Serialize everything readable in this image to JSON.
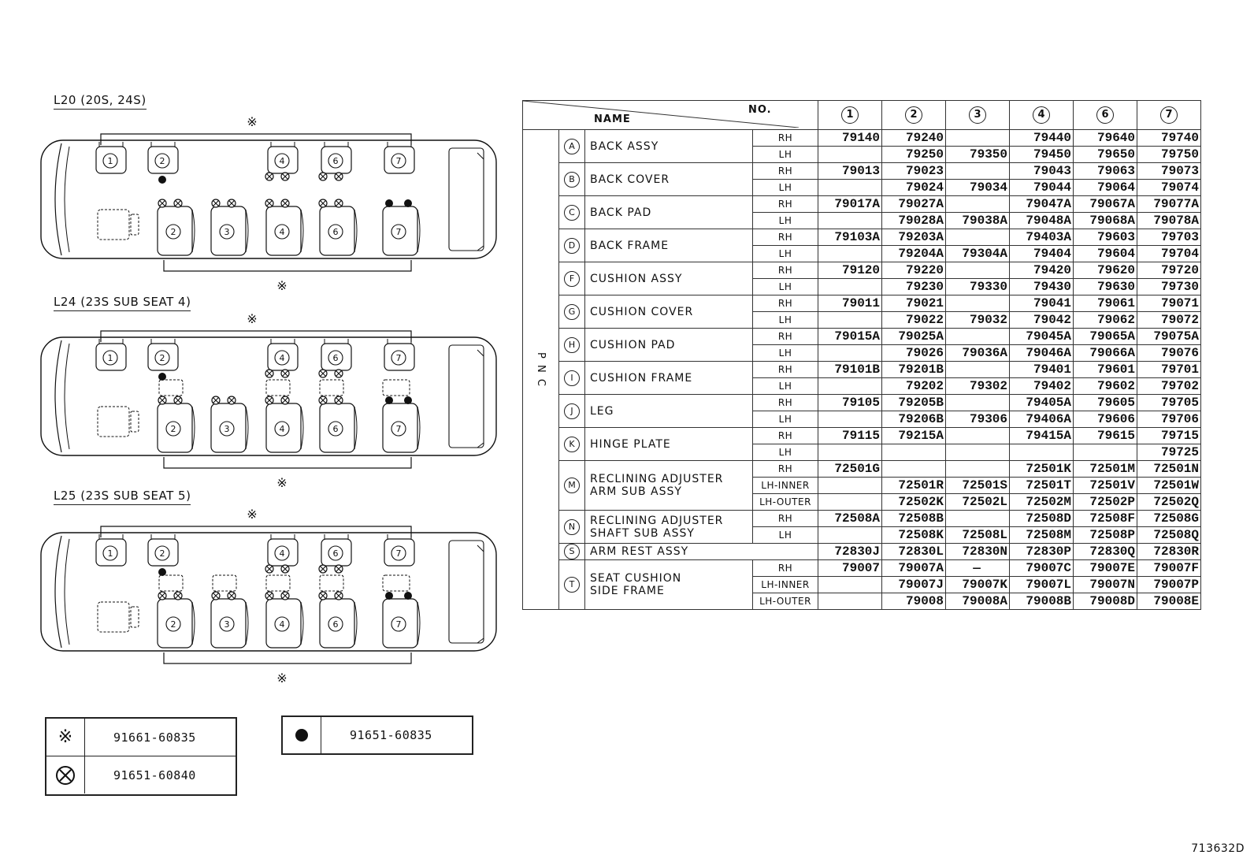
{
  "layouts": [
    {
      "title": "L20 (20S, 24S)"
    },
    {
      "title": "L24 (23S SUB SEAT 4)"
    },
    {
      "title": "L25 (23S SUB SEAT 5)"
    }
  ],
  "diagram_marks": {
    "asterisk": "※",
    "front_seats": [
      "1",
      "2",
      "4",
      "6",
      "7"
    ],
    "rear_seats": [
      "2",
      "3",
      "4",
      "6",
      "7"
    ]
  },
  "legend": {
    "asterisk_code": "91661-60835",
    "cross_code": "91651-60840",
    "dot_code": "91651-60835"
  },
  "table": {
    "name_header": "NAME",
    "no_header": "NO.",
    "pnc_label": "P N C",
    "columns": [
      "1",
      "2",
      "3",
      "4",
      "6",
      "7"
    ],
    "rows": [
      {
        "letter": "A",
        "name": [
          "BACK ASSY"
        ],
        "sides": [
          {
            "side": "RH",
            "values": [
              "79140",
              "79240",
              "",
              "79440",
              "79640",
              "79740"
            ]
          },
          {
            "side": "LH",
            "values": [
              "",
              "79250",
              "79350",
              "79450",
              "79650",
              "79750"
            ]
          }
        ]
      },
      {
        "letter": "B",
        "name": [
          "BACK COVER"
        ],
        "sides": [
          {
            "side": "RH",
            "values": [
              "79013",
              "79023",
              "",
              "79043",
              "79063",
              "79073"
            ]
          },
          {
            "side": "LH",
            "values": [
              "",
              "79024",
              "79034",
              "79044",
              "79064",
              "79074"
            ]
          }
        ]
      },
      {
        "letter": "C",
        "name": [
          "BACK PAD"
        ],
        "sides": [
          {
            "side": "RH",
            "values": [
              "79017A",
              "79027A",
              "",
              "79047A",
              "79067A",
              "79077A"
            ]
          },
          {
            "side": "LH",
            "values": [
              "",
              "79028A",
              "79038A",
              "79048A",
              "79068A",
              "79078A"
            ]
          }
        ]
      },
      {
        "letter": "D",
        "name": [
          "BACK FRAME"
        ],
        "sides": [
          {
            "side": "RH",
            "values": [
              "79103A",
              "79203A",
              "",
              "79403A",
              "79603",
              "79703"
            ]
          },
          {
            "side": "LH",
            "values": [
              "",
              "79204A",
              "79304A",
              "79404",
              "79604",
              "79704"
            ]
          }
        ]
      },
      {
        "letter": "F",
        "name": [
          "CUSHION ASSY"
        ],
        "sides": [
          {
            "side": "RH",
            "values": [
              "79120",
              "79220",
              "",
              "79420",
              "79620",
              "79720"
            ]
          },
          {
            "side": "LH",
            "values": [
              "",
              "79230",
              "79330",
              "79430",
              "79630",
              "79730"
            ]
          }
        ]
      },
      {
        "letter": "G",
        "name": [
          "CUSHION COVER"
        ],
        "sides": [
          {
            "side": "RH",
            "values": [
              "79011",
              "79021",
              "",
              "79041",
              "79061",
              "79071"
            ]
          },
          {
            "side": "LH",
            "values": [
              "",
              "79022",
              "79032",
              "79042",
              "79062",
              "79072"
            ]
          }
        ]
      },
      {
        "letter": "H",
        "name": [
          "CUSHION PAD"
        ],
        "sides": [
          {
            "side": "RH",
            "values": [
              "79015A",
              "79025A",
              "",
              "79045A",
              "79065A",
              "79075A"
            ]
          },
          {
            "side": "LH",
            "values": [
              "",
              "79026",
              "79036A",
              "79046A",
              "79066A",
              "79076"
            ]
          }
        ]
      },
      {
        "letter": "I",
        "name": [
          "CUSHION FRAME"
        ],
        "sides": [
          {
            "side": "RH",
            "values": [
              "79101B",
              "79201B",
              "",
              "79401",
              "79601",
              "79701"
            ]
          },
          {
            "side": "LH",
            "values": [
              "",
              "79202",
              "79302",
              "79402",
              "79602",
              "79702"
            ]
          }
        ]
      },
      {
        "letter": "J",
        "name": [
          "LEG"
        ],
        "sides": [
          {
            "side": "RH",
            "values": [
              "79105",
              "79205B",
              "",
              "79405A",
              "79605",
              "79705"
            ]
          },
          {
            "side": "LH",
            "values": [
              "",
              "79206B",
              "79306",
              "79406A",
              "79606",
              "79706"
            ]
          }
        ]
      },
      {
        "letter": "K",
        "name": [
          "HINGE PLATE"
        ],
        "sides": [
          {
            "side": "RH",
            "values": [
              "79115",
              "79215A",
              "",
              "79415A",
              "79615",
              "79715"
            ]
          },
          {
            "side": "LH",
            "values": [
              "",
              "",
              "",
              "",
              "",
              "79725"
            ]
          }
        ]
      },
      {
        "letter": "M",
        "name": [
          "RECLINING ADJUSTER",
          "ARM SUB ASSY"
        ],
        "sides": [
          {
            "side": "RH",
            "values": [
              "72501G",
              "",
              "",
              "72501K",
              "72501M",
              "72501N"
            ]
          },
          {
            "side": "LH-INNER",
            "values": [
              "",
              "72501R",
              "72501S",
              "72501T",
              "72501V",
              "72501W"
            ]
          },
          {
            "side": "LH-OUTER",
            "values": [
              "",
              "72502K",
              "72502L",
              "72502M",
              "72502P",
              "72502Q"
            ]
          }
        ]
      },
      {
        "letter": "N",
        "name": [
          "RECLINING ADJUSTER",
          "SHAFT SUB ASSY"
        ],
        "sides": [
          {
            "side": "RH",
            "values": [
              "72508A",
              "72508B",
              "",
              "72508D",
              "72508F",
              "72508G"
            ]
          },
          {
            "side": "LH",
            "values": [
              "",
              "72508K",
              "72508L",
              "72508M",
              "72508P",
              "72508Q"
            ]
          }
        ]
      },
      {
        "letter": "S",
        "name": [
          "ARM REST ASSY"
        ],
        "sides": [
          {
            "side": "",
            "values": [
              "72830J",
              "72830L",
              "72830N",
              "72830P",
              "72830Q",
              "72830R"
            ]
          }
        ]
      },
      {
        "letter": "T",
        "name": [
          "SEAT CUSHION",
          "SIDE FRAME"
        ],
        "sides": [
          {
            "side": "RH",
            "values": [
              "79007",
              "79007A",
              "—",
              "79007C",
              "79007E",
              "79007F"
            ]
          },
          {
            "side": "LH-INNER",
            "values": [
              "",
              "79007J",
              "79007K",
              "79007L",
              "79007N",
              "79007P"
            ]
          },
          {
            "side": "LH-OUTER",
            "values": [
              "",
              "79008",
              "79008A",
              "79008B",
              "79008D",
              "79008E"
            ]
          }
        ]
      }
    ]
  },
  "figure_number": "713632D"
}
